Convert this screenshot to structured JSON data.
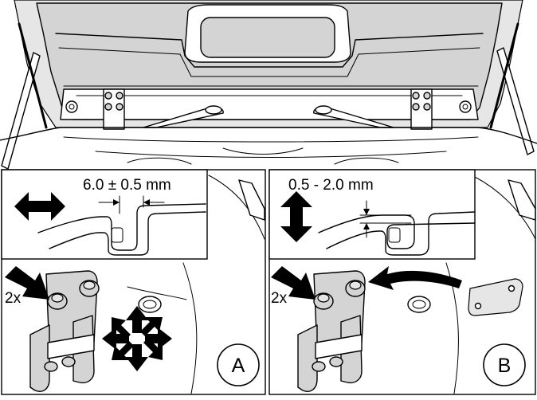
{
  "panel_a": {
    "dimension_label": "6.0 ± 0.5 mm",
    "quantity_label": "2x",
    "panel_letter": "A"
  },
  "panel_b": {
    "dimension_label": "0.5 - 2.0 mm",
    "quantity_label": "2x",
    "panel_letter": "B"
  }
}
